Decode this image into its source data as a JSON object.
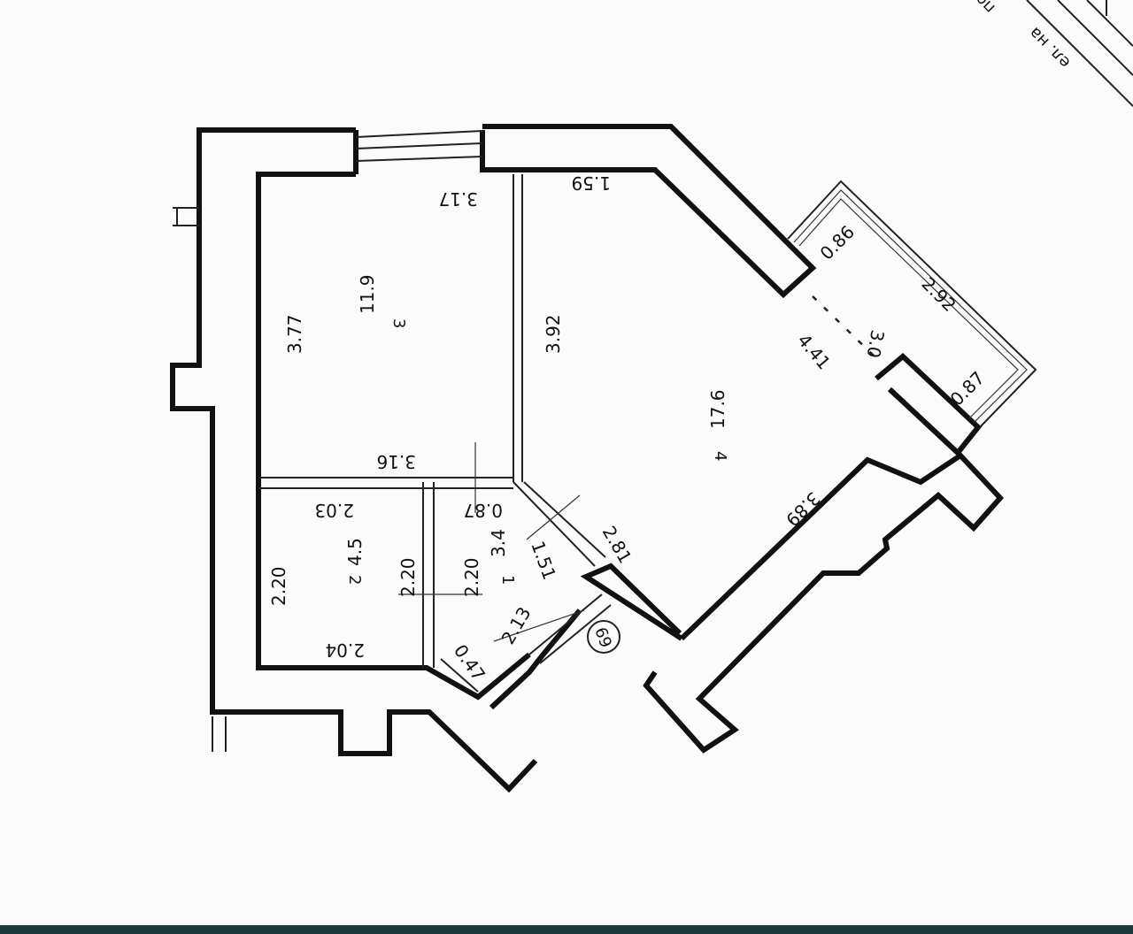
{
  "header": {
    "fragment_line1": "поводна ",
    "fragment_line2": "ел. на"
  },
  "rooms": [
    {
      "id": "room-1",
      "area": "17.6",
      "number": "4"
    },
    {
      "id": "room-2",
      "area": "11.9",
      "number": "3"
    },
    {
      "id": "room-3",
      "area": "4.5",
      "number": "2"
    },
    {
      "id": "room-4",
      "area": "3.4",
      "number": "1"
    },
    {
      "id": "balcony",
      "area": "3.0",
      "number": ""
    }
  ],
  "dimensions": {
    "d_317": "3.17",
    "d_159": "1.59",
    "d_377": "3.77",
    "d_392": "3.92",
    "d_316": "3.16",
    "d_087_corr": "0.87",
    "d_203": "2.03",
    "d_220_a": "2.20",
    "d_220_b": "2.20",
    "d_220_c": "2.20",
    "d_204": "2.04",
    "d_151": "1.51",
    "d_281": "2.81",
    "d_213": "2.13",
    "d_047": "0.47",
    "d_389": "3.89",
    "d_441": "4.41",
    "d_086": "0.86",
    "d_292": "2.92",
    "d_087_bal": "0.87"
  },
  "marker": {
    "text": "69"
  }
}
